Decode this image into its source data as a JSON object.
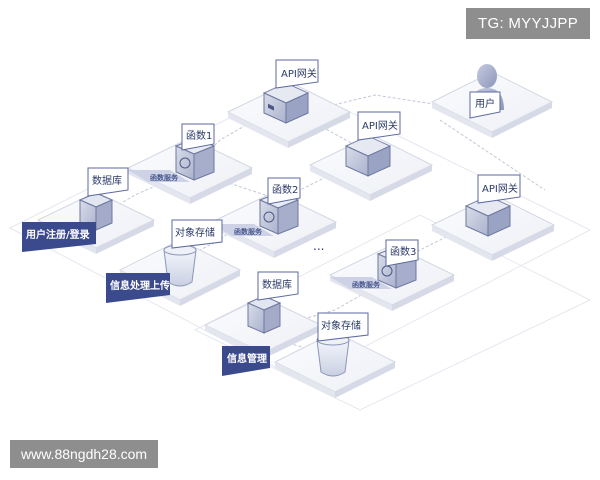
{
  "watermarks": {
    "top_right": "TG: MYYJJPP",
    "bottom_left": "www.88ngdh28.com"
  },
  "nodes": {
    "api_gateway_top": "API网关",
    "api_gateway_middle": "API网关",
    "api_gateway_right": "API网关",
    "user": "用户",
    "function_1": "函数1",
    "function_2": "函数2",
    "function_3": "函数3",
    "database_left": "数据库",
    "database_bottom": "数据库",
    "object_storage_middle": "对象存储",
    "object_storage_bottom": "对象存储"
  },
  "service_ribbons": {
    "function_1": "函数服务",
    "function_2": "函数服务",
    "function_3": "函数服务"
  },
  "platform_labels": {
    "user_register_login": "用户注册/登录",
    "info_upload": "信息处理上传",
    "info_manage": "信息管理"
  },
  "ellipsis": "...",
  "colors": {
    "accent_navy": "#3b4a8c",
    "label_border": "#5c6aa0",
    "line": "#c7cbd8"
  }
}
